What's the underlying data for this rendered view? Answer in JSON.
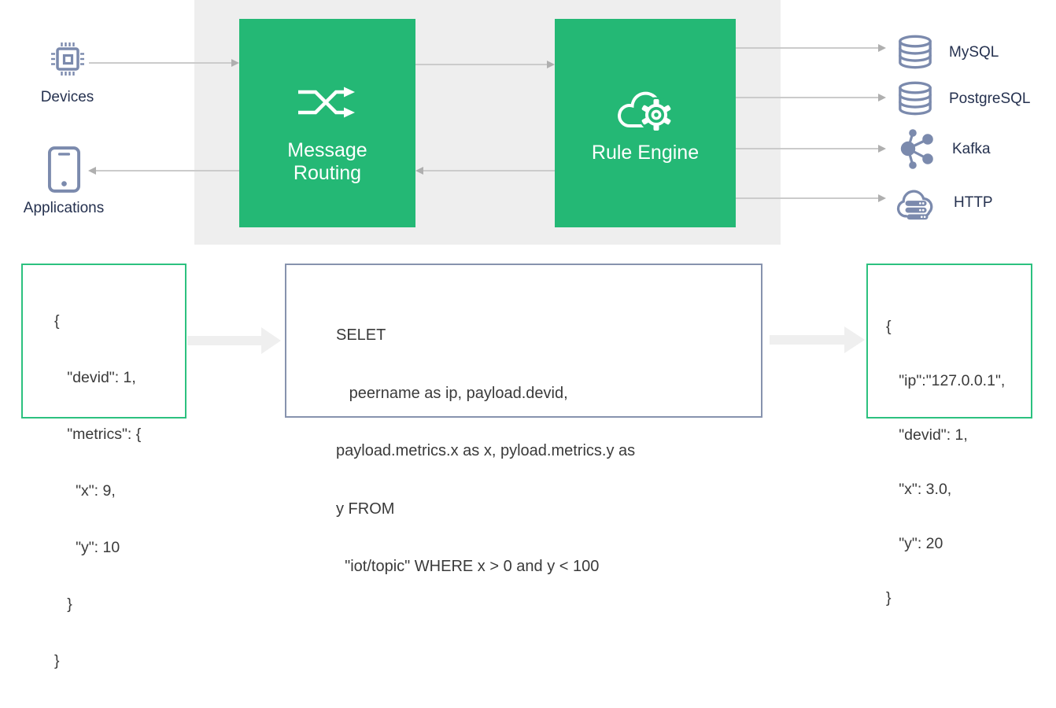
{
  "palette": {
    "pipeline_green": "#24B875",
    "band_gray": "#EEEEEE",
    "icon_slate": "#7B8AAD",
    "label_navy": "#25314F",
    "code_text": "#3A3A3A",
    "green_box_border": "#2CC17F",
    "sql_box_border": "#8793AE",
    "thin_arrow": "#CBCBCB",
    "thick_arrow": "#EFEFEF"
  },
  "left_nodes": {
    "devices": {
      "label": "Devices",
      "icon": "chip-icon"
    },
    "applications": {
      "label": "Applications",
      "icon": "smartphone-icon"
    }
  },
  "pipeline": {
    "message_routing": {
      "line1": "Message",
      "line2": "Routing",
      "icon": "shuffle-icon"
    },
    "rule_engine": {
      "label": "Rule Engine",
      "icon": "cloud-gear-icon"
    }
  },
  "sinks": [
    {
      "label": "MySQL",
      "icon": "database-icon"
    },
    {
      "label": "PostgreSQL",
      "icon": "database-icon"
    },
    {
      "label": "Kafka",
      "icon": "kafka-icon"
    },
    {
      "label": "HTTP",
      "icon": "http-cloud-icon"
    }
  ],
  "input_message": {
    "lines": [
      "{",
      "   \"devid\": 1,",
      "   \"metrics\": {",
      "     \"x\": 9,",
      "     \"y\": 10",
      "   }",
      "}"
    ]
  },
  "rule_sql": {
    "lines": [
      "SELET",
      "   peername as ip, payload.devid,",
      "payload.metrics.x as x, pyload.metrics.y as",
      "y FROM",
      "  \"iot/topic\" WHERE x > 0 and y < 100"
    ]
  },
  "output_message": {
    "lines": [
      "{",
      "   \"ip\":\"127.0.0.1\",",
      "   \"devid\": 1,",
      "   \"x\": 3.0,",
      "   \"y\": 20",
      "}"
    ]
  }
}
